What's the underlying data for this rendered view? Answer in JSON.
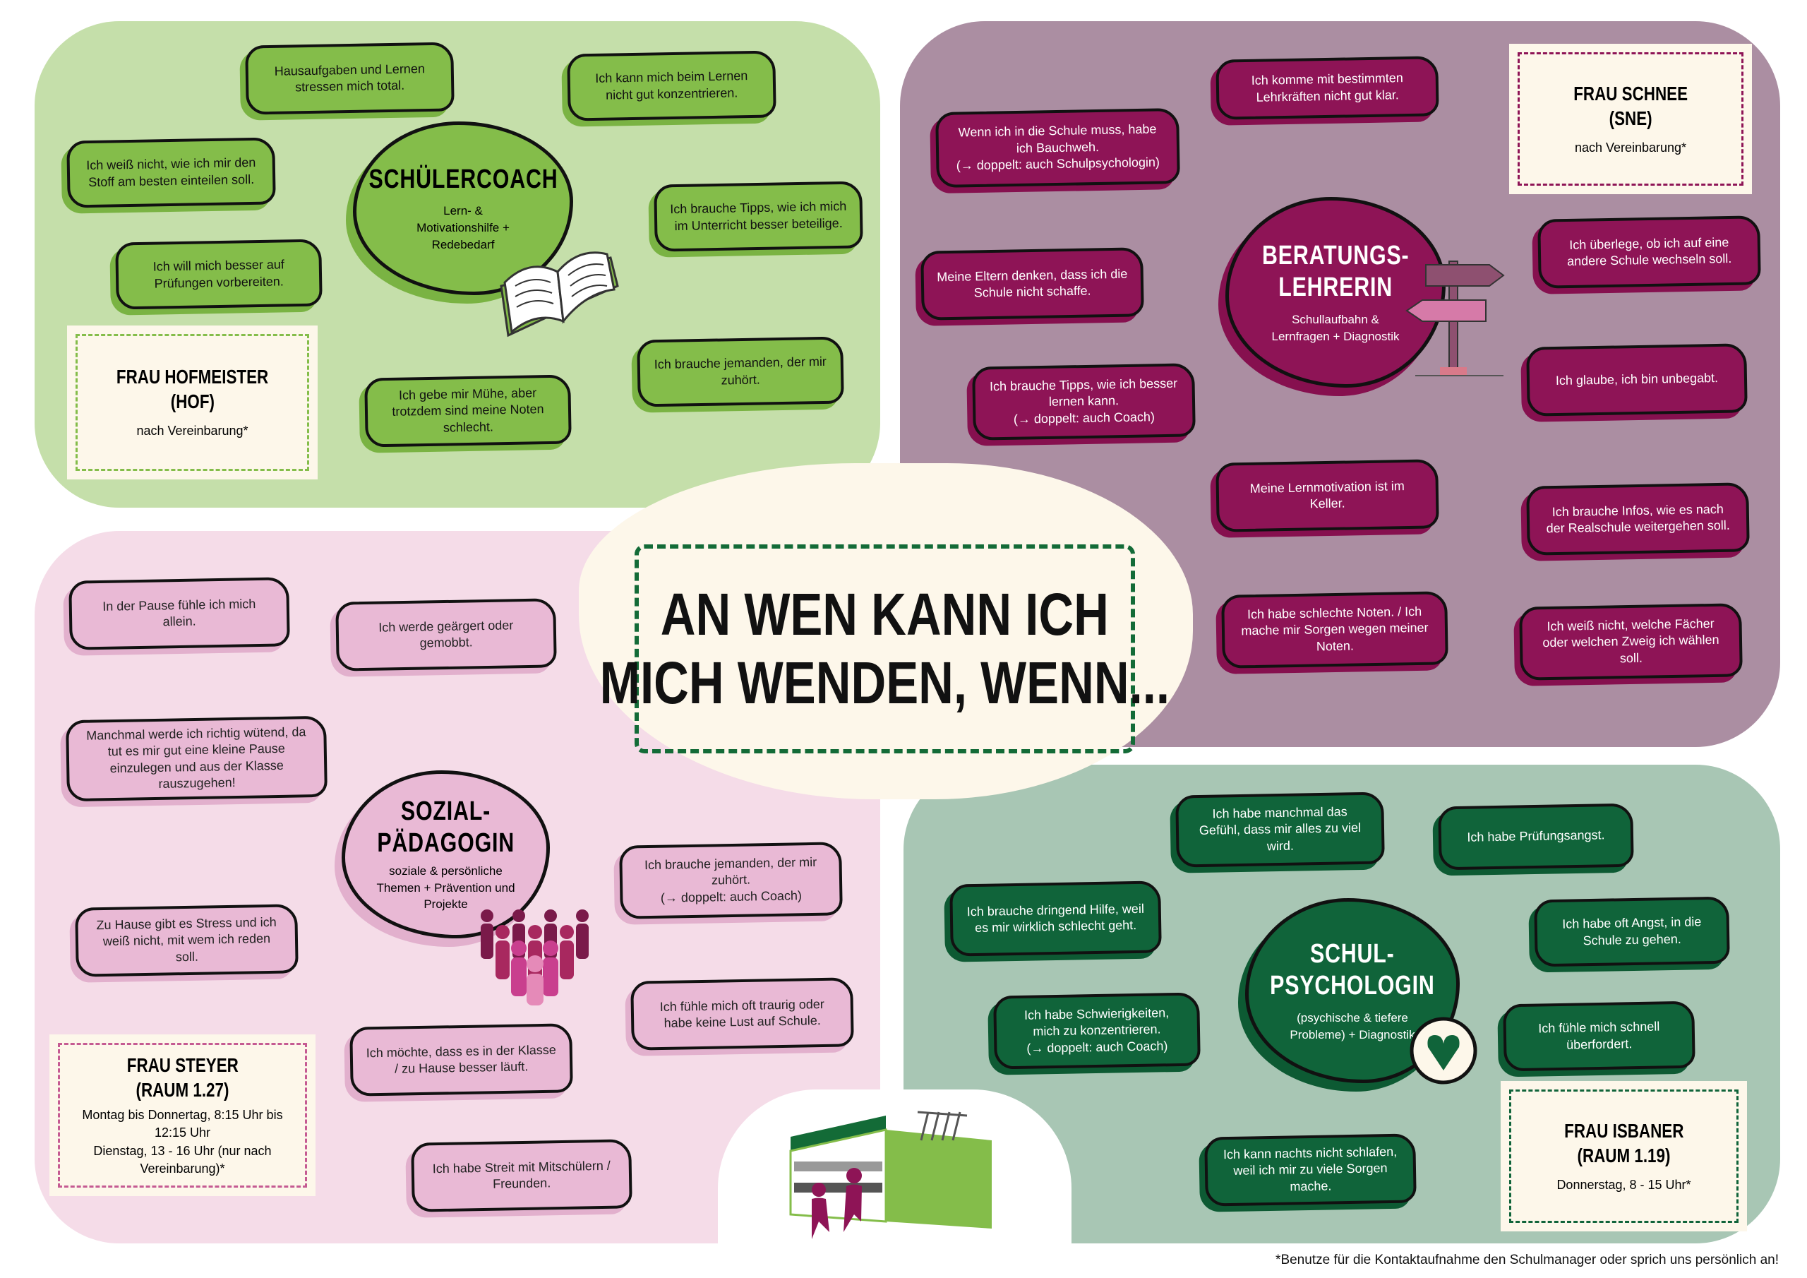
{
  "title": {
    "line1": "AN WEN KANN ICH",
    "line2": "MICH WENDEN, WENN..."
  },
  "footnote": "*Benutze für die Kontaktaufnahme den Schulmanager oder sprich uns persönlich an!",
  "colors": {
    "green": "#84bd4a",
    "purple": "#8e1456",
    "pink": "#e9b9d5",
    "darkgreen": "#10643a"
  },
  "coach": {
    "title": "SCHÜLERCOACH",
    "subtitle": "Lern- & Motivationshilfe + Redebedarf",
    "contact": {
      "name": "FRAU HOFMEISTER",
      "code": "(HOF)",
      "hours": "nach Vereinbarung*"
    },
    "cards": [
      "Hausaufgaben und Lernen stressen mich total.",
      "Ich kann mich beim Lernen nicht gut konzentrieren.",
      "Ich weiß nicht, wie ich mir den Stoff am besten einteilen soll.",
      "Ich brauche Tipps, wie ich mich im Unterricht besser beteilige.",
      "Ich will mich besser auf Prüfungen vorbereiten.",
      "Ich brauche jemanden, der mir zuhört.",
      "Ich gebe mir Mühe, aber trotzdem sind meine Noten schlecht."
    ]
  },
  "beratung": {
    "title1": "BERATUNGS-",
    "title2": "LEHRERIN",
    "subtitle": "Schullaufbahn & Lernfragen + Diagnostik",
    "contact": {
      "name": "FRAU SCHNEE",
      "code": "(SNE)",
      "hours": "nach Vereinbarung*"
    },
    "cards": [
      "Ich komme mit bestimmten Lehrkräften nicht gut klar.",
      "Wenn ich in die Schule muss, habe ich Bauchweh.",
      "Meine Eltern denken, dass ich die Schule nicht schaffe.",
      "Ich überlege, ob ich auf eine andere Schule wechseln soll.",
      "Ich brauche Tipps, wie ich besser lernen kann.",
      "Ich glaube, ich bin unbegabt.",
      "Meine Lernmotivation ist im Keller.",
      "Ich brauche Infos, wie es nach der Realschule weitergehen soll.",
      "Ich habe schlechte Noten. / Ich mache mir Sorgen wegen meiner Noten.",
      "Ich weiß nicht, welche Fächer oder welchen Zweig ich wählen soll."
    ],
    "notes": {
      "psych": "(→ doppelt: auch Schulpsychologin)",
      "coach": "(→ doppelt: auch Coach)"
    }
  },
  "sozial": {
    "title1": "SOZIAL-",
    "title2": "PÄDAGOGIN",
    "subtitle": "soziale & persönliche Themen + Prävention und Projekte",
    "contact": {
      "name": "FRAU STEYER",
      "code": "(RAUM 1.27)",
      "hours1": "Montag bis Donnertag, 8:15 Uhr bis 12:15 Uhr",
      "hours2": "Dienstag, 13 - 16 Uhr (nur nach Vereinbarung)*"
    },
    "cards": [
      "In der Pause fühle ich mich allein.",
      "Ich werde geärgert oder gemobbt.",
      "Manchmal werde ich richtig wütend, da tut es mir gut eine kleine Pause einzulegen und aus der Klasse rauszugehen!",
      "Ich brauche jemanden, der mir zuhört.",
      "Zu Hause gibt es Stress und ich weiß nicht, mit wem ich reden soll.",
      "Ich fühle mich oft traurig oder habe keine Lust auf Schule.",
      "Ich möchte, dass es in der Klasse / zu Hause besser läuft.",
      "Ich habe Streit mit Mitschülern / Freunden."
    ],
    "note": "(→ doppelt: auch Coach)"
  },
  "psycho": {
    "title1": "SCHUL-",
    "title2": "PSYCHOLOGIN",
    "subtitle": "(psychische & tiefere Probleme) + Diagnostik",
    "contact": {
      "name": "FRAU ISBANER",
      "code": "(RAUM 1.19)",
      "hours": "Donnerstag, 8 - 15 Uhr*"
    },
    "cards": [
      "Ich habe manchmal das Gefühl, dass mir alles zu viel wird.",
      "Ich habe Prüfungsangst.",
      "Ich brauche dringend Hilfe, weil es mir wirklich schlecht geht.",
      "Ich habe oft Angst, in die Schule zu gehen.",
      "Ich habe Schwierigkeiten, mich zu konzentrieren.",
      "Ich fühle mich schnell überfordert.",
      "Ich kann nachts nicht schlafen, weil ich mir zu viele Sorgen mache."
    ],
    "note": "(→ doppelt: auch Coach)"
  }
}
